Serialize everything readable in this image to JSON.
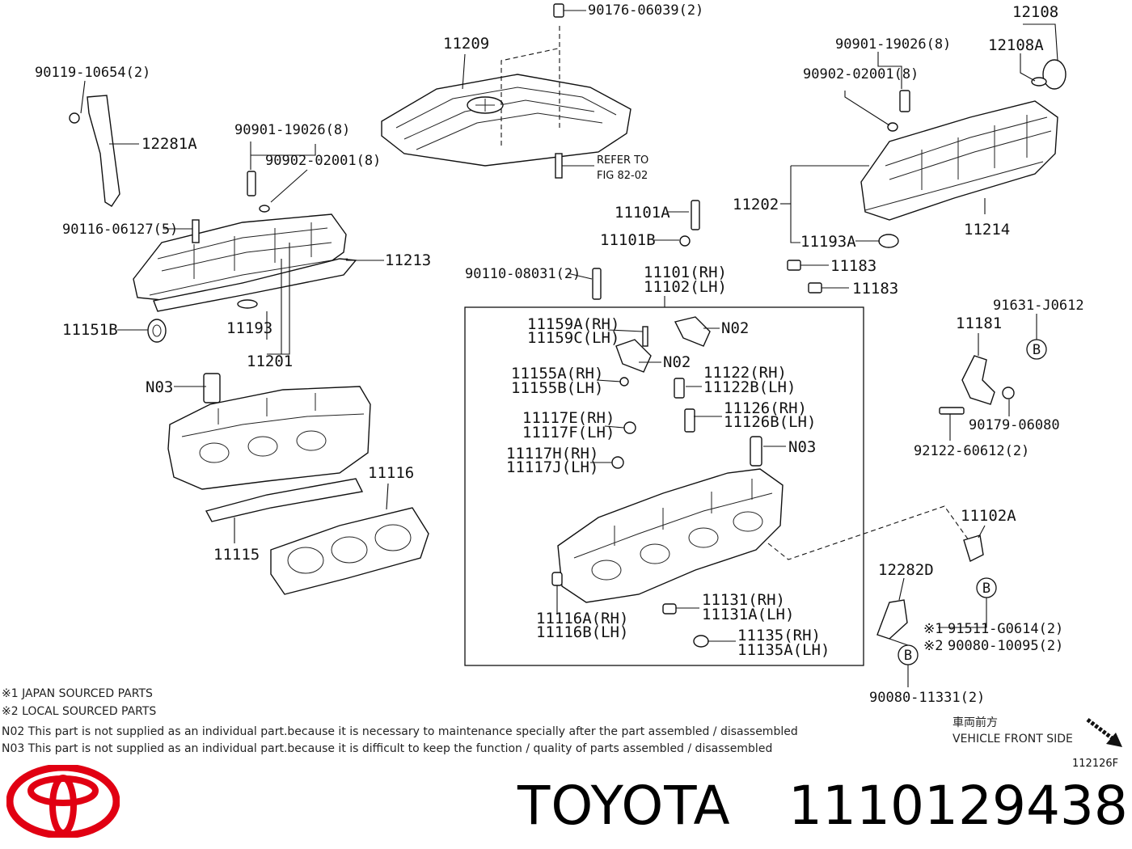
{
  "labels": {
    "p9017606039": "90176-06039(2)",
    "p12108": "12108",
    "p11209": "11209",
    "p9090119026_r": "90901-19026(8)",
    "p12108a": "12108A",
    "p9011910654": "90119-10654(2)",
    "p9090202001_r": "90902-02001(8)",
    "p12281a": "12281A",
    "p9090119026_l": "90901-19026(8)",
    "p9090202001_l": "90902-02001(8)",
    "refer": "REFER TO",
    "fig": "FIG 82-02",
    "p11202": "11202",
    "p11101a": "11101A",
    "p9011606127": "90116-06127(5)",
    "p11101b": "11101B",
    "p11214": "11214",
    "p11193a": "11193A",
    "p11213": "11213",
    "p11183a": "11183",
    "p9011008031": "90110-08031(2)",
    "p11101": "11101(RH)",
    "p11102": "11102(LH)",
    "p11183b": "11183",
    "p11151b": "11151B",
    "p11193": "11193",
    "p11201": "11201",
    "p91631": "91631-J0612",
    "p11181": "11181",
    "p11159a": "11159A(RH)",
    "p11159c": "11159C(LH)",
    "n02a": "N02",
    "n02b": "N02",
    "p11155a": "11155A(RH)",
    "p11155b": "11155B(LH)",
    "p11122": "11122(RH)",
    "p11122b": "11122B(LH)",
    "n03a": "N03",
    "p11126": "11126(RH)",
    "p11126b": "11126B(LH)",
    "p9017906080": "90179-06080",
    "p11117e": "11117E(RH)",
    "p11117f": "11117F(LH)",
    "n03b": "N03",
    "p11117h": "11117H(RH)",
    "p11117j": "11117J(LH)",
    "p9212260612": "92122-60612(2)",
    "p11116": "11116",
    "p11102a": "11102A",
    "p11115": "11115",
    "p12282d": "12282D",
    "p11116a": "11116A(RH)",
    "p11116b": "11116B(LH)",
    "p11131": "11131(RH)",
    "p11131a": "11131A(LH)",
    "p91511": "91511-G0614(2)",
    "p9008010095": "90080-10095(2)",
    "mark1": "※1",
    "mark2": "※2",
    "p11135": "11135(RH)",
    "p11135a": "11135A(LH)",
    "p9008011331": "90080-11331(2)",
    "circleB": "B"
  },
  "notes": {
    "japan": "※1 JAPAN SOURCED PARTS",
    "local": "※2 LOCAL SOURCED PARTS",
    "n02": "N02 This part is not supplied as an individual part.because it is necessary to maintenance specially after the part assembled / disassembled",
    "n03": "N03 This part is not supplied as an individual part.because it is difficult to keep the function / quality of parts assembled / disassembled"
  },
  "orientation": {
    "jp": "車両前方",
    "en": "VEHICLE FRONT SIDE"
  },
  "figure_id": "112126F",
  "brand": {
    "name": "TOYOTA",
    "part_number": "1110129438",
    "logo_color": "#e10012"
  }
}
